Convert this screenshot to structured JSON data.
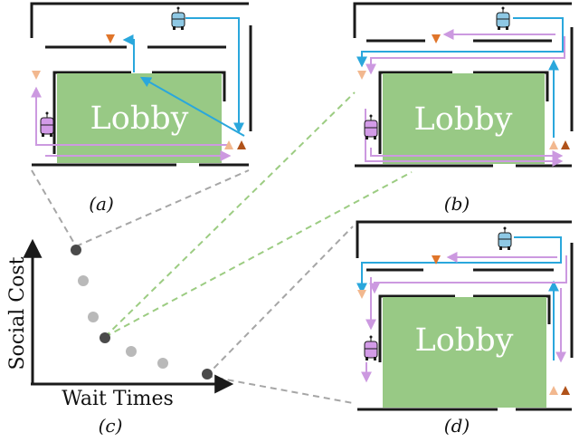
{
  "panels": {
    "a": {
      "caption": "(a)",
      "room_label": "Lobby"
    },
    "b": {
      "caption": "(b)",
      "room_label": "Lobby"
    },
    "d": {
      "caption": "(d)",
      "room_label": "Lobby"
    }
  },
  "plot": {
    "caption": "(c)",
    "xlabel": "Wait Times",
    "ylabel": "Social Cost",
    "highlighted_points": 3,
    "point_count": 7
  },
  "colors": {
    "lobby": "#98c985",
    "wall": "#1a1a1a",
    "blue_path": "#2aa7dc",
    "purple_path": "#cc99e0",
    "blue_robot": "#8ec8e4",
    "purple_robot": "#d39be8",
    "person_orange": "#e0752a",
    "person_light": "#f2b88f",
    "person_dark": "#b0521a",
    "gray_dashed": "#a6a6a6",
    "green_dashed": "#9ccc82",
    "point_dark": "#4a4a4a",
    "point_light": "#b9b9b9"
  }
}
